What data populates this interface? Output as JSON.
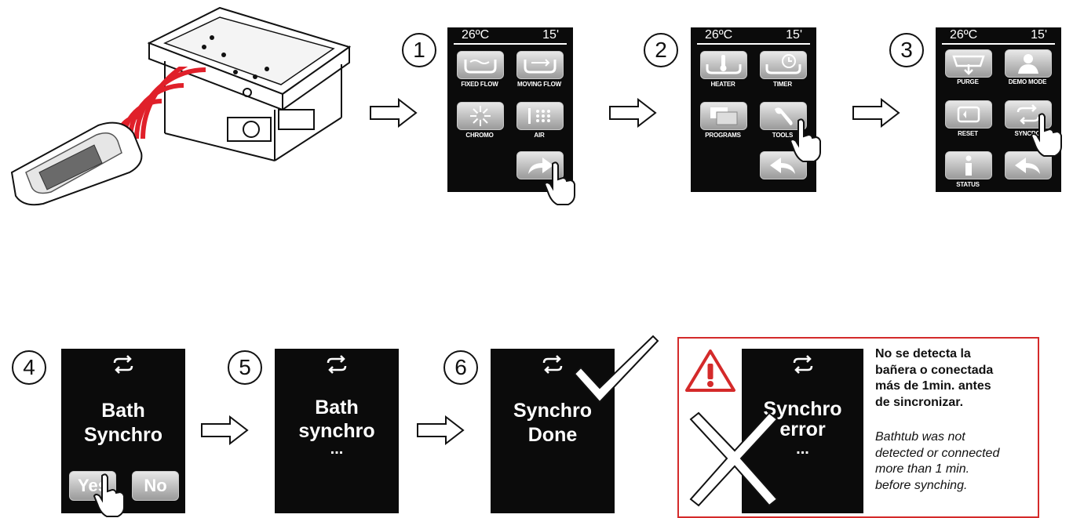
{
  "screens": {
    "s1": {
      "step": "1",
      "temp": "26ºC",
      "time": "15'",
      "buttons": [
        "FIXED FLOW",
        "MOVING FLOW",
        "CHROMO",
        "AIR"
      ]
    },
    "s2": {
      "step": "2",
      "temp": "26ºC",
      "time": "15'",
      "buttons": [
        "HEATER",
        "TIMER",
        "PROGRAMS",
        "TOOLS"
      ]
    },
    "s3": {
      "step": "3",
      "temp": "26ºC",
      "time": "15'",
      "buttons": [
        "PURGE",
        "DEMO MODE",
        "RESET",
        "SYNCRO",
        "STATUS"
      ]
    },
    "s4": {
      "step": "4",
      "line1": "Bath",
      "line2": "Synchro",
      "yes": "Yes",
      "no": "No"
    },
    "s5": {
      "step": "5",
      "line1": "Bath",
      "line2": "synchro",
      "line3": "..."
    },
    "s6": {
      "step": "6",
      "line1": "Synchro",
      "line2": "Done"
    },
    "error": {
      "line1": "Synchro",
      "line2": "error",
      "line3": "...",
      "note_es": [
        "No se detecta la",
        "bañera o conectada",
        "más de 1min. antes",
        "de sincronizar."
      ],
      "note_en": [
        "Bathtub was not",
        "detected or connected",
        "more than 1 min.",
        "before synching."
      ]
    }
  },
  "colors": {
    "signal": "#e0202a",
    "warning": "#d42a2a",
    "panel": "#0b0b0b"
  }
}
